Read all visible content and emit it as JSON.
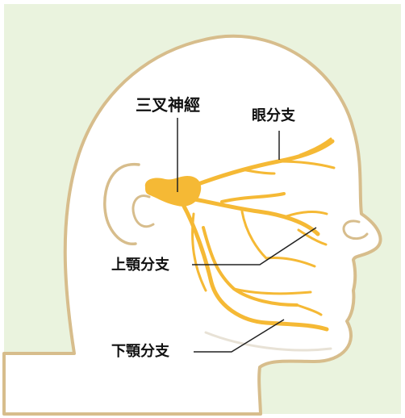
{
  "labels": {
    "main": "三叉神經",
    "ophthalmic": "眼分支",
    "maxillary": "上顎分支",
    "mandibular": "下顎分支"
  },
  "colors": {
    "background": "#eaf3de",
    "skin": "#ffffff",
    "outline": "#d7bd8c",
    "nerve": "#f5b935",
    "line": "#222222"
  }
}
